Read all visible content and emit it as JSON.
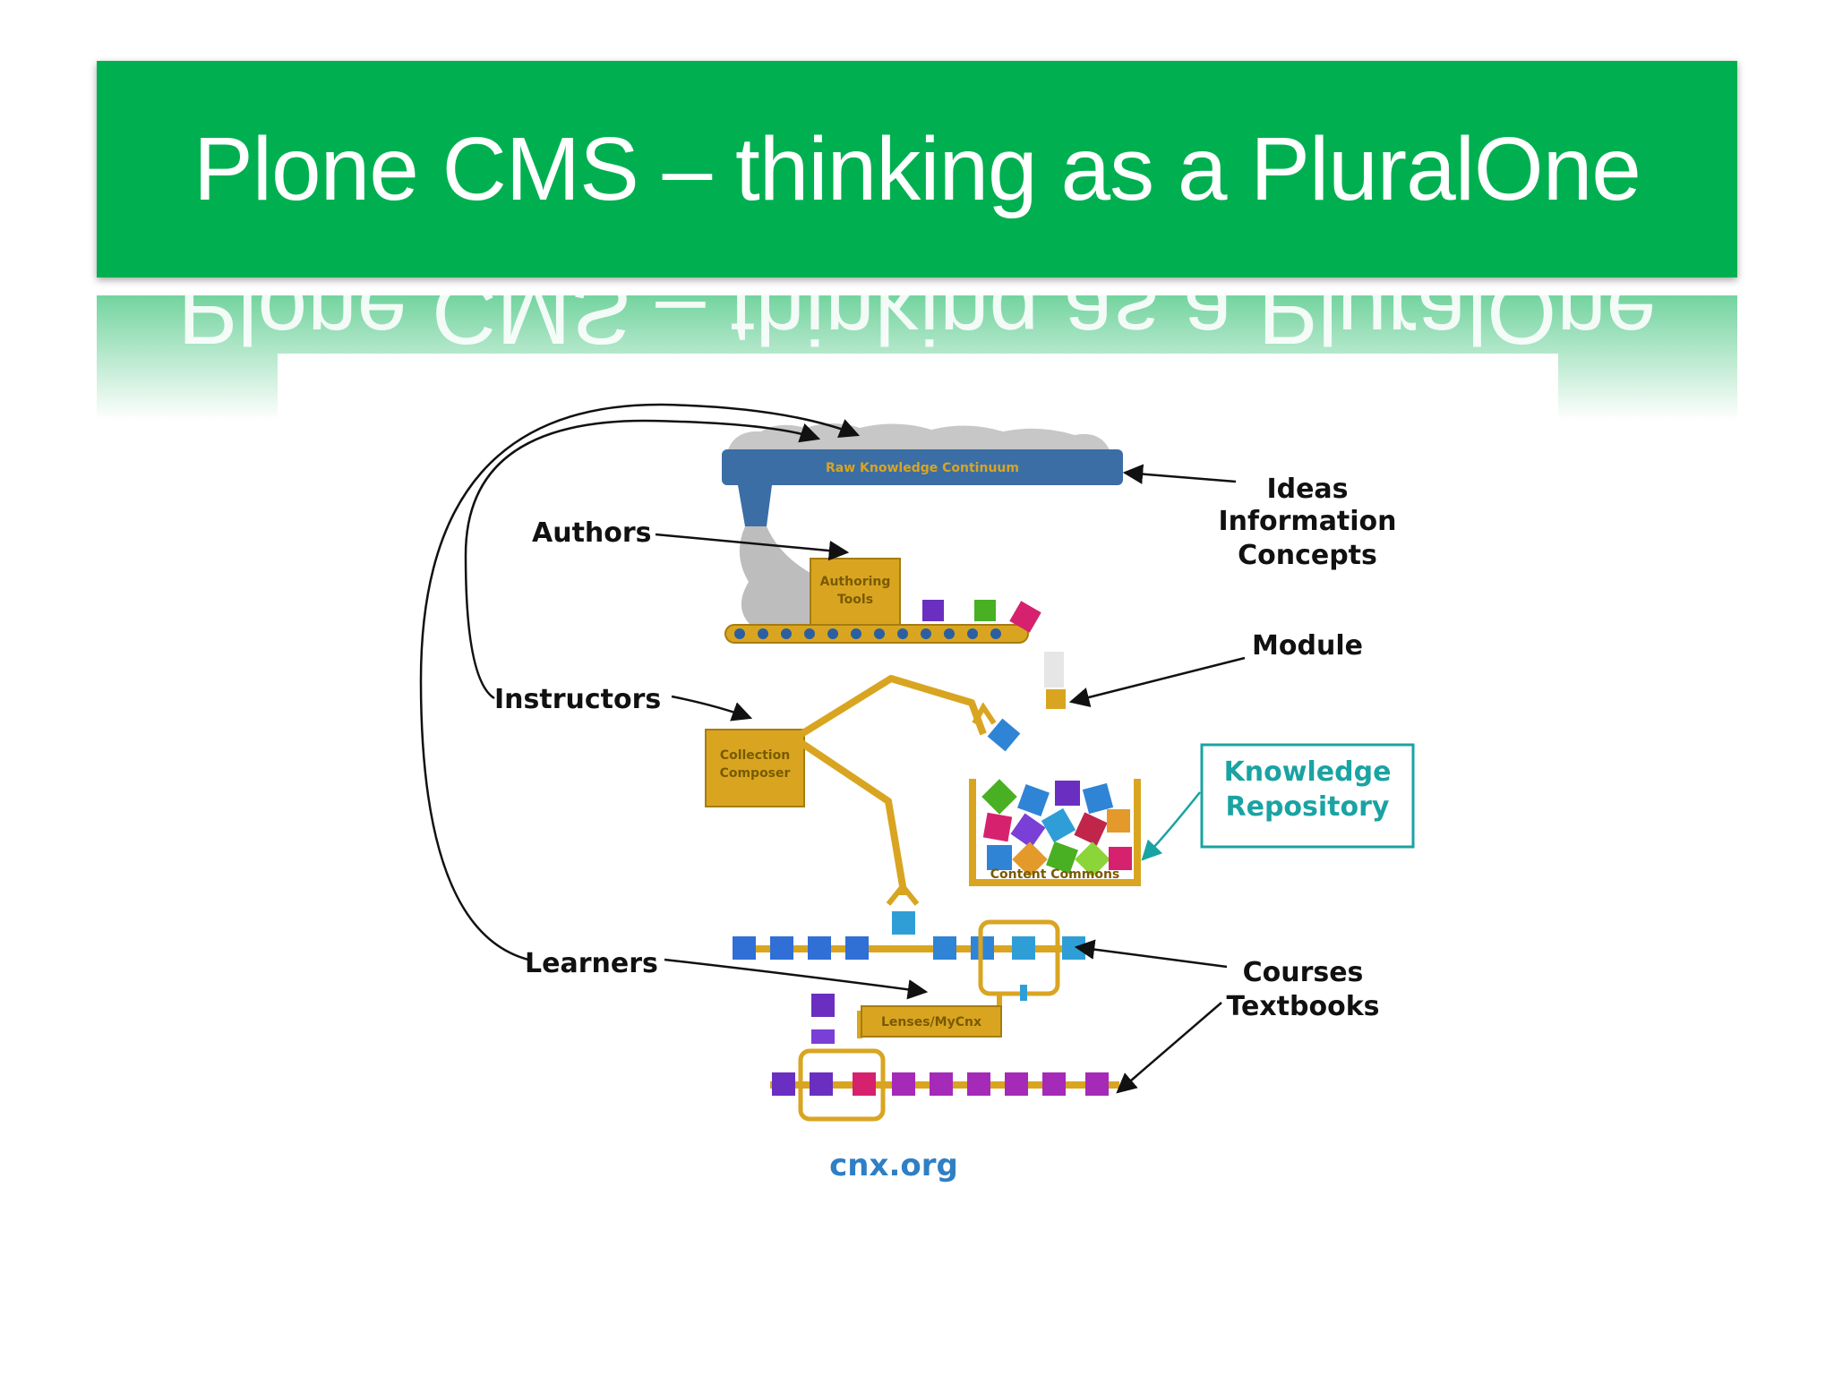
{
  "slide": {
    "title": "Plone CMS – thinking as a PluralOne",
    "credit": "cnx.org"
  },
  "diagram": {
    "labels": {
      "authors": "Authors",
      "instructors": "Instructors",
      "learners": "Learners",
      "ideas": "Ideas",
      "information": "Information",
      "concepts": "Concepts",
      "module": "Module",
      "knowledge": "Knowledge",
      "repository": "Repository",
      "courses": "Courses",
      "textbooks": "Textbooks"
    },
    "machine_labels": {
      "raw_knowledge": "Raw Knowledge Continuum",
      "authoring_1": "Authoring",
      "authoring_2": "Tools",
      "collection_1": "Collection",
      "collection_2": "Composer",
      "content_commons": "Content Commons",
      "lenses": "Lenses/MyCnx"
    }
  },
  "colors": {
    "title_bar": "#00b050",
    "machine_gold": "#d9a521",
    "pipe_blue": "#3b6ea5",
    "teal": "#1aa3a3",
    "credit_blue": "#2f7fc4"
  }
}
